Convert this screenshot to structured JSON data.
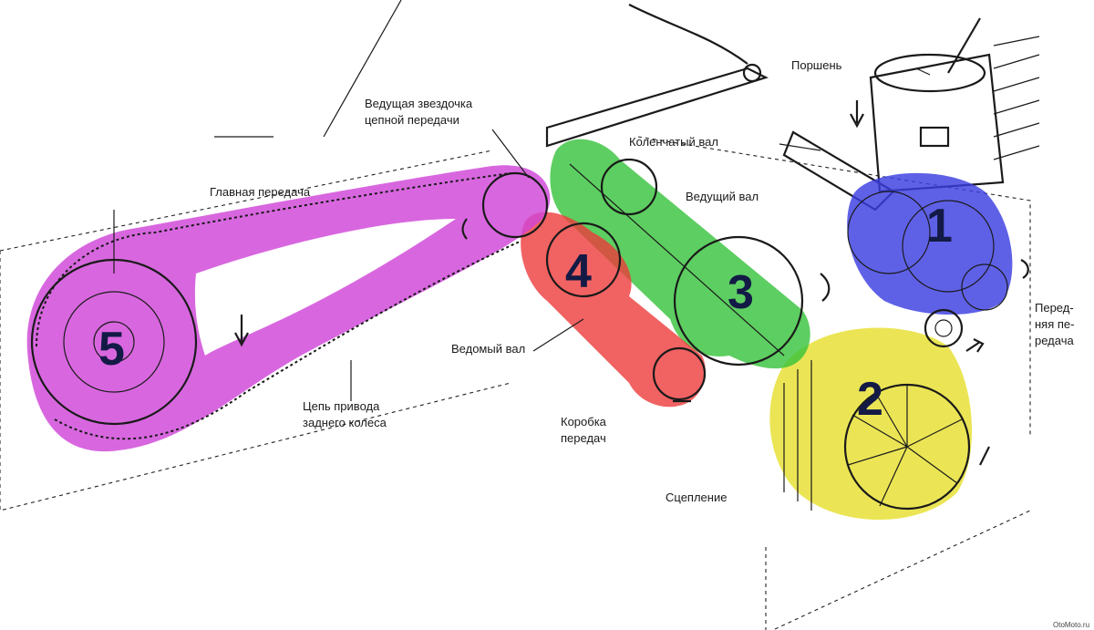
{
  "labels": {
    "piston": "Поршень",
    "drive_sprocket": "Ведущая звездочка",
    "drive_sprocket_2": "цепной передачи",
    "main_gear": "Главная передача",
    "crankshaft": "Коленчатый вал",
    "primary_shaft": "Ведущий вал",
    "secondary_shaft": "Ведомый вал",
    "rear_chain": "Цепь привода",
    "rear_chain_2": "заднего колеса",
    "gearbox": "Коробка",
    "gearbox_2": "передач",
    "clutch": "Сцепление",
    "primary_drive": "Перед-",
    "primary_drive_2": "няя пе-",
    "primary_drive_3": "редача",
    "watermark": "OtoMoto.ru"
  },
  "parts": [
    {
      "number": "1",
      "name": "crankshaft",
      "color": "#3a3ee0"
    },
    {
      "number": "2",
      "name": "clutch",
      "color": "#e8e33a"
    },
    {
      "number": "3",
      "name": "primary-shaft",
      "color": "#34c23a"
    },
    {
      "number": "4",
      "name": "secondary-shaft",
      "color": "#ee3b3b"
    },
    {
      "number": "5",
      "name": "rear-sprocket-chain",
      "color": "#cf45d8"
    }
  ]
}
